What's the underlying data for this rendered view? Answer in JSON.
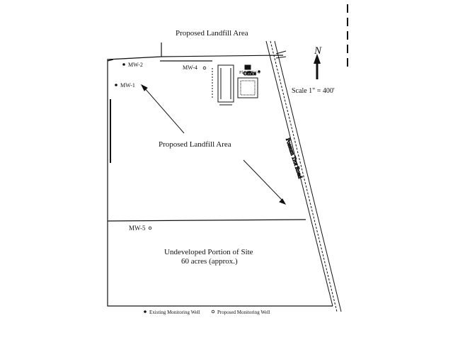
{
  "map": {
    "labels": {
      "top_area": "Proposed Landfill Area",
      "center_area": "Proposed Landfill Area",
      "undeveloped": "Undeveloped Portion of Site",
      "undeveloped_size": "60 acres (approx.)",
      "scale": "Scale 1\" = 400'",
      "north": "N",
      "road": "Possum Trot Road"
    },
    "wells": {
      "mw2": "MW-2",
      "mw1": "MW-1",
      "mw4": "MW-4",
      "mw5": "MW-5",
      "plant_well": "Plant MW-3"
    },
    "building": {
      "office_label": "Office"
    },
    "legend": {
      "existing": "Existing Monitoring Well",
      "proposed": "Proposed Monitoring Well"
    },
    "colors": {
      "line": "#111111",
      "background": "#ffffff"
    }
  }
}
